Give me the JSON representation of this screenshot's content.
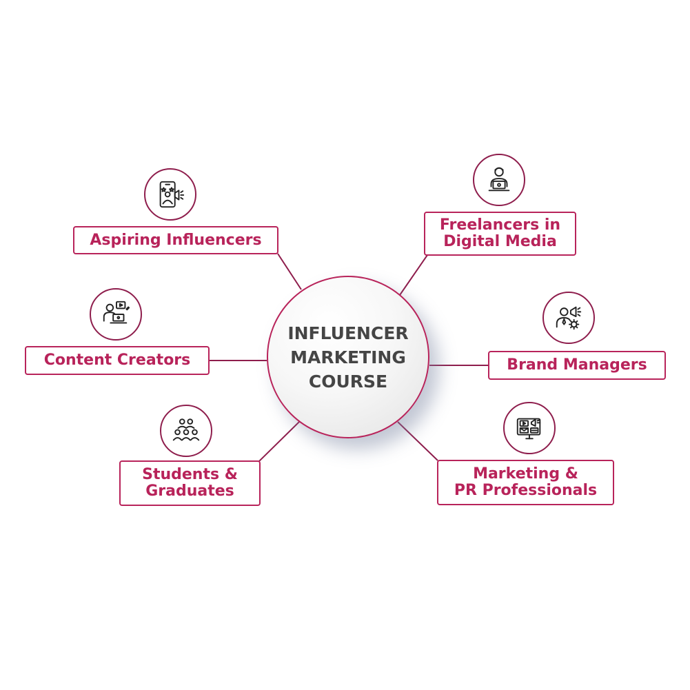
{
  "center": {
    "lines": [
      "INFLUENCER",
      "MARKETING",
      "COURSE"
    ]
  },
  "audiences": {
    "aspiring_influencers": {
      "lines": [
        "Aspiring Influencers"
      ],
      "icon": "influencer-phone-megaphone-icon"
    },
    "content_creators": {
      "lines": [
        "Content Creators"
      ],
      "icon": "content-creator-laptop-icon"
    },
    "students_graduates": {
      "lines": [
        "Students &",
        "Graduates"
      ],
      "icon": "group-of-people-icon"
    },
    "freelancers": {
      "lines": [
        "Freelancers in",
        "Digital Media"
      ],
      "icon": "freelancer-laptop-icon"
    },
    "brand_managers": {
      "lines": [
        "Brand Managers"
      ],
      "icon": "manager-megaphone-gear-icon"
    },
    "marketing_pr": {
      "lines": [
        "Marketing &",
        "PR Professionals"
      ],
      "icon": "monitor-video-megaphone-icon"
    }
  },
  "colors": {
    "accent": "#b8235a",
    "icon_stroke": "#222222",
    "center_text": "#454545",
    "circle_border": "#8e1d4c"
  }
}
